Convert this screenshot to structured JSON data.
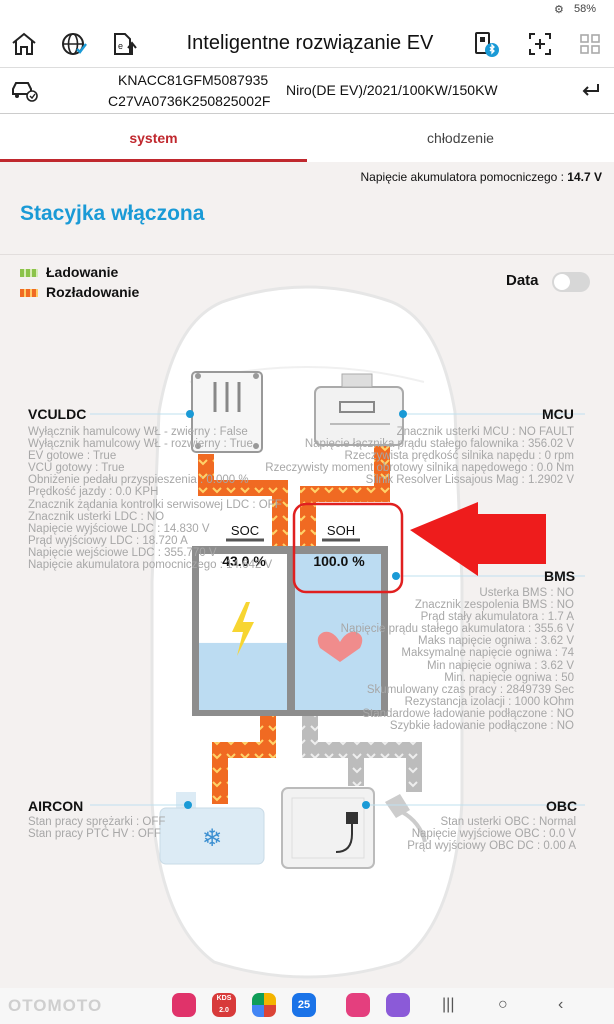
{
  "status_bar": {
    "battery": "58%"
  },
  "toolbar": {
    "title": "Inteligentne rozwiązanie EV",
    "icons": [
      "home-icon",
      "globe-check-icon",
      "export-upload-icon",
      "bluetooth-device-icon",
      "screenshot-icon",
      "grid-icon"
    ]
  },
  "vehicle": {
    "vin_line1": "KNACC81GFM5087935",
    "vin_line2": "C27VA0736K250825002F",
    "model": "Niro(DE EV)/2021/100KW/150KW"
  },
  "tabs": [
    {
      "label": "system",
      "active": true
    },
    {
      "label": "chłodzenie",
      "active": false
    }
  ],
  "aux_voltage": {
    "label": "Napięcie akumulatora pomocniczego : ",
    "value": "14.7 V"
  },
  "ignition_status": "Stacyjka włączona",
  "legend": [
    {
      "label": "Ładowanie",
      "color": "#8bc34a"
    },
    {
      "label": "Rozładowanie",
      "color": "#f06a22"
    }
  ],
  "data_toggle": {
    "label": "Data",
    "on": false
  },
  "battery": {
    "soc": {
      "label": "SOC",
      "value": "43.0 %",
      "level": 0.43
    },
    "soh": {
      "label": "SOH",
      "value": "100.0 %",
      "level": 1.0
    }
  },
  "components": {
    "vculdc": {
      "title": "VCULDC",
      "lines": [
        "Wyłącznik hamulcowy WŁ - zwierny : False",
        "Wyłącznik hamulcowy WŁ - rozwierny : True",
        "EV gotowe : True",
        "VCU gotowy : True",
        "Obniżenie pedału przyspieszenia : 0.000 %",
        "Prędkość jazdy : 0.0 KPH",
        "Znacznik żądania kontrolki serwisowej LDC : OFF",
        "Znacznik usterki LDC : NO",
        "Napięcie wyjściowe LDC : 14.830 V",
        "Prąd wyjściowy LDC : 18.720 A",
        "Napięcie wejściowe LDC : 355.770 V",
        "Napięcie akumulatora pomocniczego : 14.642 V"
      ]
    },
    "mcu": {
      "title": "MCU",
      "lines": [
        "Znacznik usterki MCU : NO FAULT",
        "Napięcie łącznika prądu stałego falownika : 356.02 V",
        "Rzeczywista prędkość silnika napędu : 0 rpm",
        "Rzeczywisty moment obrotowy silnika napędowego : 0.0 Nm",
        "Silnik Resolver Lissajous Mag : 1.2902 V"
      ]
    },
    "bms": {
      "title": "BMS",
      "lines": [
        "Usterka BMS : NO",
        "Znacznik zespolenia BMS : NO",
        "Prąd stały akumulatora : 1.7 A",
        "Napięcie prądu stałego akumulatora : 355.6 V",
        "Maks napięcie ogniwa : 3.62 V",
        "Maksymalne napięcie ogniwa : 74",
        "Min napięcie ogniwa : 3.62 V",
        "Min. napięcie ogniwa : 50",
        "Skumulowany czas pracy : 2849739 Sec",
        "Rezystancja izolacji : 1000 kOhm",
        "Standardowe ładowanie podłączone : NO",
        "Szybkie ładowanie podłączone : NO"
      ]
    },
    "aircon": {
      "title": "AIRCON",
      "lines": [
        "Stan pracy sprężarki : OFF",
        "Stan pracy PTC HV : OFF"
      ]
    },
    "obc": {
      "title": "OBC",
      "lines": [
        "Stan usterki OBC : Normal",
        "Napięcie wyjściowe OBC : 0.0 V",
        "Prąd wyjściowy OBC DC : 0.00 A"
      ]
    }
  },
  "bottom_nav": {
    "apps": [
      "camera-app-icon",
      "kds-app-icon",
      "photos-app-icon",
      "calendar-app-icon",
      "flower-app-icon",
      "gif-app-icon"
    ],
    "kds_label": "KDS 2.0",
    "calendar_day": "25"
  },
  "watermark": "OTOMOTO"
}
